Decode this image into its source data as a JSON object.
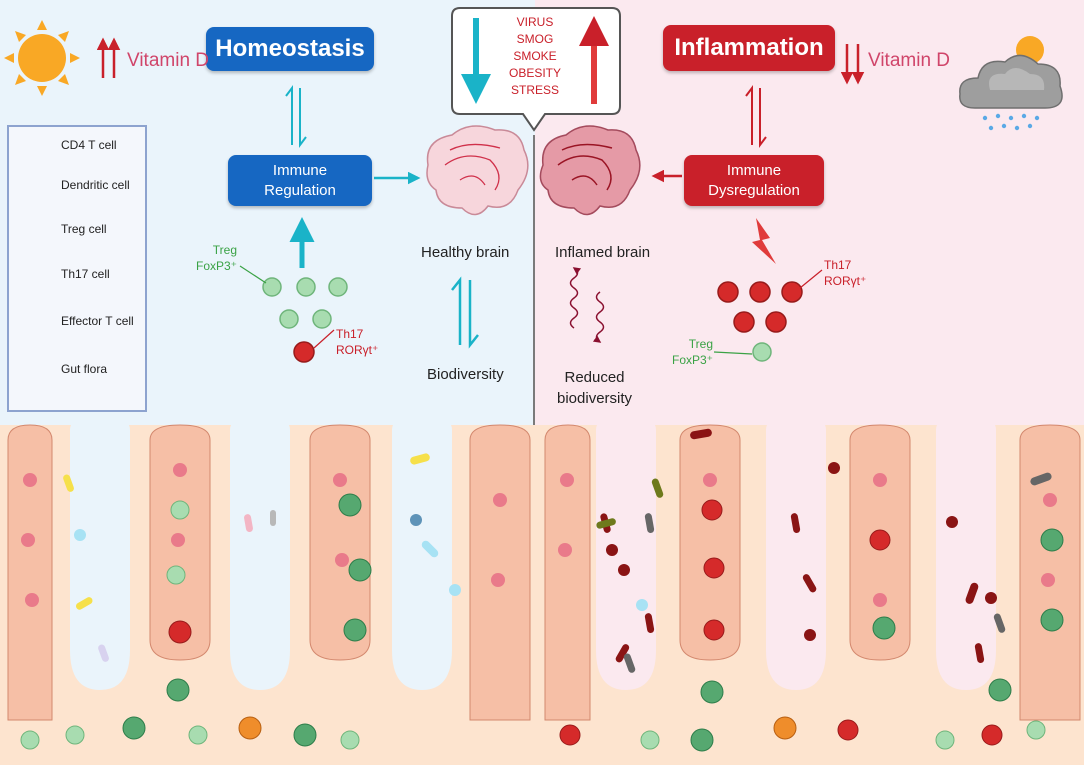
{
  "left": {
    "vitamin_d": "Vitamin D",
    "homeostasis": "Homeostasis",
    "immune_regulation": [
      "Immune",
      "Regulation"
    ],
    "healthy_brain": "Healthy brain",
    "biodiversity": "Biodiversity",
    "treg_label": "Treg",
    "treg_marker": "FoxP3⁺",
    "th17_label": "Th17",
    "th17_marker": "RORγt⁺"
  },
  "right": {
    "vitamin_d": "Vitamin D",
    "inflammation": "Inflammation",
    "immune_dysregulation": [
      "Immune",
      "Dysregulation"
    ],
    "inflamed_brain": "Inflamed brain",
    "reduced_biodiversity": [
      "Reduced",
      "biodiversity"
    ],
    "th17_label": "Th17",
    "th17_marker": "RORγt⁺",
    "treg_label": "Treg",
    "treg_marker": "FoxP3⁺"
  },
  "factors": [
    "VIRUS",
    "SMOG",
    "SMOKE",
    "OBESITY",
    "STRESS"
  ],
  "legend": [
    {
      "label": "CD4 T cell",
      "icon": "cd4-t-cell-icon"
    },
    {
      "label": "Dendritic cell",
      "icon": "dendritic-cell-icon"
    },
    {
      "label": "Treg cell",
      "icon": "treg-cell-icon"
    },
    {
      "label": "Th17 cell",
      "icon": "th17-cell-icon"
    },
    {
      "label": "Effector T cell",
      "icon": "effector-t-cell-icon"
    },
    {
      "label": "Gut flora",
      "icon": "gut-flora-icon"
    }
  ],
  "colors": {
    "homeostasis_blue": "#1667c2",
    "inflammation_red": "#c9202a",
    "teal_arrow": "#1ab3c8",
    "treg_green": "#3aa245",
    "vitamin_pink": "#d0456a"
  }
}
